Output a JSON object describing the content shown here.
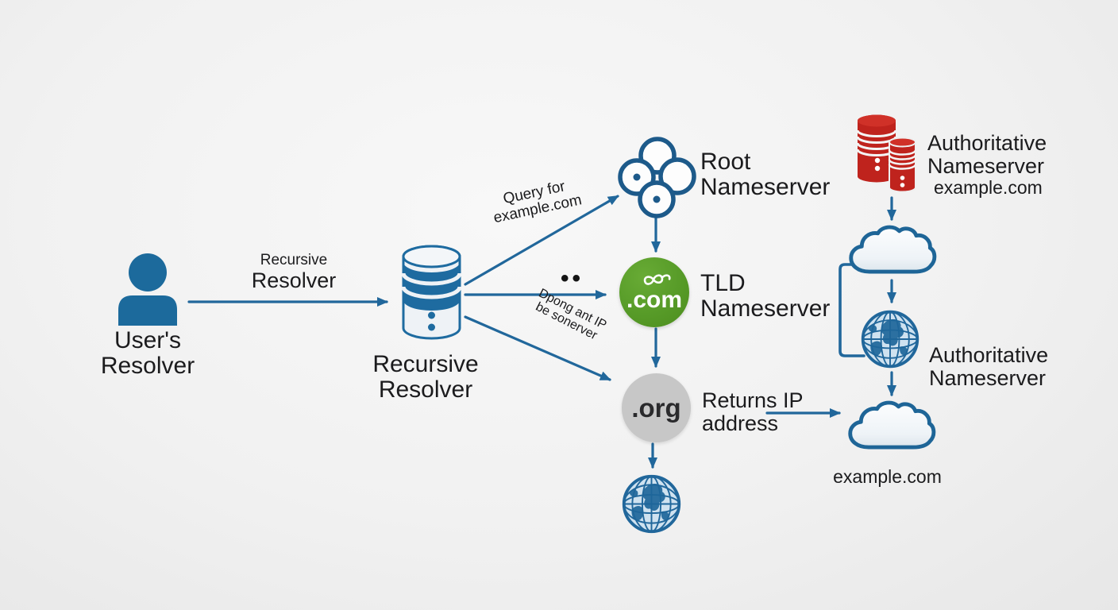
{
  "colors": {
    "arrow_blue": "#21679b",
    "icon_blue": "#1e6ba0",
    "navy_outline": "#1d5a8a",
    "green_badge": "#579b28",
    "gray_badge": "#c7c7c7",
    "server_red": "#bf231d",
    "text_dark": "#1b1b1d",
    "background": "#f0f0f0"
  },
  "nodes": {
    "user": {
      "icon": "person-icon",
      "label": [
        "User's",
        "Resolver"
      ]
    },
    "recursive_resolver": {
      "icon": "database-cylinder-icon",
      "label": [
        "Recursive",
        "Resolver"
      ]
    },
    "root_nameserver": {
      "icon": "root-circle-cluster-icon",
      "label": [
        "Root",
        "Nameserver"
      ]
    },
    "tld_nameserver": {
      "icon": "com-badge-icon",
      "badge": ".com",
      "label": [
        "TLD",
        "Nameserver"
      ]
    },
    "org_nameserver": {
      "icon": "org-badge-icon",
      "badge": ".org"
    },
    "authoritative_top": {
      "icon": "red-server-stack-icon",
      "label": [
        "Authoritative",
        "Nameserver"
      ],
      "sublabel": "example.com"
    },
    "authoritative_mid": {
      "icon": "globe-icon",
      "label": [
        "Authoritative",
        "Nameserver"
      ]
    },
    "example_site": {
      "icon": "cloud-icon",
      "label": "example.com"
    }
  },
  "edge_labels": {
    "user_to_resolver": [
      "Recursive",
      "Resolver"
    ],
    "query_for_example": [
      "Query for",
      "example.com"
    ],
    "garbled_query": [
      "Dpong ant IP",
      "be sonerver"
    ],
    "returns_ip": [
      "Returns IP",
      "address"
    ],
    "ellipsis_dots": "••"
  }
}
